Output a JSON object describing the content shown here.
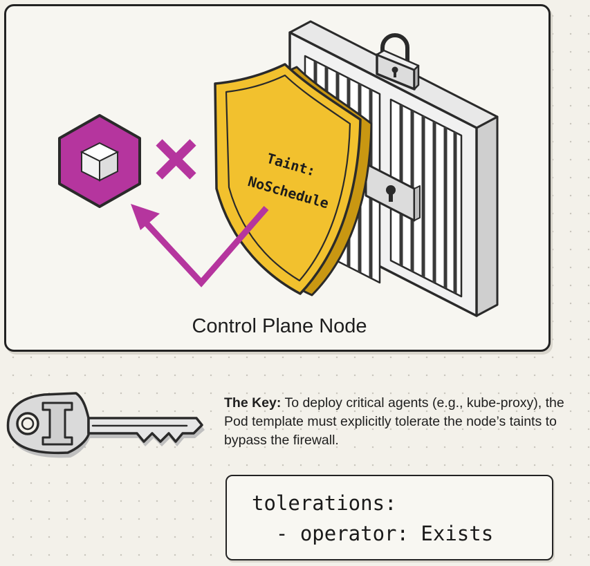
{
  "colors": {
    "pod_magenta": "#b5359e",
    "shield_gold": "#f2c12e",
    "ink": "#1c1c1c"
  },
  "node": {
    "label": "Control Plane Node",
    "taint_line1": "Taint:",
    "taint_line2": "NoSchedule"
  },
  "icons": [
    "pod-cube-icon",
    "x-mark-icon",
    "rejection-arrow-icon",
    "shield-icon",
    "padlock-icon",
    "gate-icon",
    "key-icon"
  ],
  "key_note": {
    "title": "The Key:",
    "body": "To deploy critical agents (e.g., kube-proxy), the Pod template must explicitly tolerate the node’s taints to bypass the firewall."
  },
  "code": {
    "line1": "tolerations:",
    "line2": "  - operator: Exists"
  }
}
